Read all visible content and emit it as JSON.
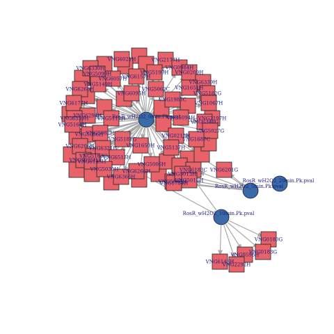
{
  "network": {
    "colors": {
      "gene_fill": "#e8626a",
      "gene_stroke": "#222222",
      "hub_fill": "#3a6aa8",
      "edge": "#a6a6a6",
      "label": "#1a1a80"
    },
    "hubs": [
      {
        "id": "h1",
        "label": "RosR_wH2O2_0min.Pk.pval"
      },
      {
        "id": "h2",
        "label": "RosR_wH2O2_10min.Pk.pval"
      },
      {
        "id": "h3",
        "label": "RosR_wH2O2_20min.Pk.pval"
      },
      {
        "id": "h4",
        "label": "RosR_wH2O2_5min.Pk.pval"
      }
    ],
    "genes": [
      "VNG6021H",
      "VNG2177H",
      "VNG0984H",
      "VNG0209H",
      "VNG6330H",
      "VNG5099H",
      "VNG5199H",
      "VNG6339H",
      "VNG6057H",
      "VNG1651H",
      "VNG5182G",
      "VNG6268H",
      "VNG5149H",
      "VNG6157H",
      "VNG5062C",
      "VNG1985C",
      "VNG1067H",
      "VNG2197H",
      "VNG6177H",
      "VNG5094H",
      "VNG6294H",
      "VNG5086H",
      "VNG6340G",
      "VNG6339H",
      "VNG5112H",
      "VNG5027G",
      "VNG5164H",
      "VNG6206H",
      "VNG5082H",
      "VNG0212H",
      "VNG5181G",
      "VNG5163C",
      "VNG1650H",
      "VNG5137H",
      "VNG1687C",
      "VNG5025H",
      "VNG6321H",
      "VNG6145H",
      "VNG6515H",
      "VNG5006H",
      "VNG5030H",
      "VNG6366H",
      "VNG5045H",
      "VNG6201G",
      "VNG1734H",
      "VNG6183C",
      "VNG5013H",
      "VNG5012H",
      "VNG0180G",
      "VNG0183G",
      "VNG0596H",
      "VNG6143H",
      "VNG2292H",
      "VNG6266H",
      "VNG6095H"
    ]
  }
}
